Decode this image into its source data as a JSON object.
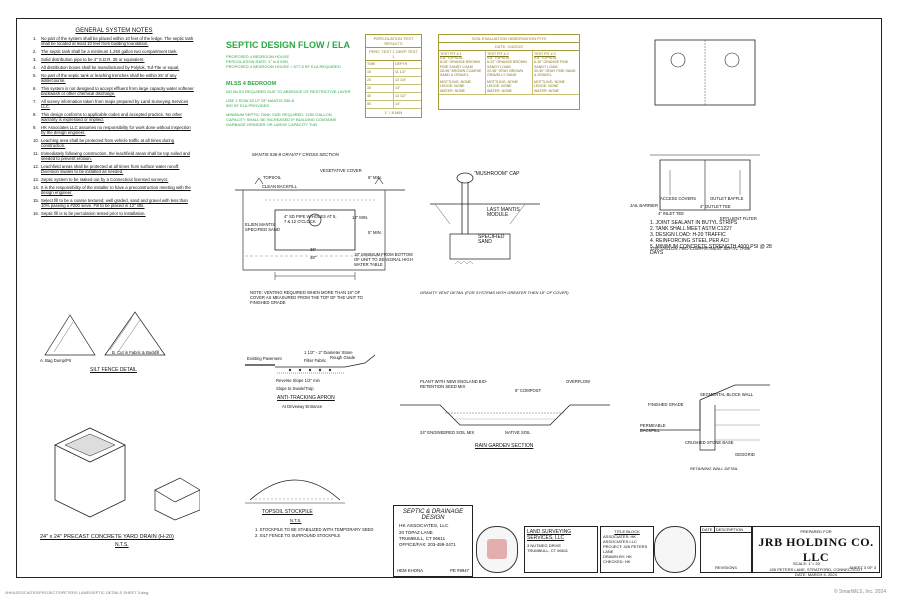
{
  "sheet": {
    "general_notes_title": "GENERAL SYSTEM NOTES",
    "notes": [
      {
        "n": "1.",
        "t": "No part of the system shall be placed within 10 feet of the ledge. The septic tank shall be located at least 10 feet from building foundation."
      },
      {
        "n": "2.",
        "t": "The septic tank shall be a minimum 1,250 gallon two compartment tank."
      },
      {
        "n": "3.",
        "t": "Solid distribution pipe to be 4\" S.D.R. 35 or equivalent."
      },
      {
        "n": "4.",
        "t": "All distribution boxes shall be manufactured by Polylok, Tuf-Tite or equal."
      },
      {
        "n": "5.",
        "t": "No part of the septic tank or leaching trenches shall be within 25' of any watercourse."
      },
      {
        "n": "6.",
        "t": "This system is not designed to accept effluent from large capacity water softener backwash or other chemical discharge."
      },
      {
        "n": "7.",
        "t": "All survey information taken from maps prepared by Land Surveying Services LLC."
      },
      {
        "n": "8.",
        "t": "This design conforms to applicable codes and accepted practice. No other warranty is expressed or implied."
      },
      {
        "n": "9.",
        "t": "HK Associates LLC assumes no responsibility for work done without inspection by the design engineer."
      },
      {
        "n": "10.",
        "t": "Leaching area shall be protected from vehicle traffic at all times during construction."
      },
      {
        "n": "11.",
        "t": "Immediately following construction, the leachfield areas shall be top soiled and seeded to prevent erosion."
      },
      {
        "n": "12.",
        "t": "Leachfield areas shall be protected at all times from surface water runoff. Diversion swales to be installed as needed."
      },
      {
        "n": "13.",
        "t": "Septic system to be staked out by a Connecticut licensed surveyor."
      },
      {
        "n": "14.",
        "t": "It is the responsibility of the installer to have a preconstruction meeting with the design engineer."
      },
      {
        "n": "15.",
        "t": "Select fill to be a coarse textured, well graded, sand and gravel with less than 10% passing a #200 sieve. Fill to be placed in 12\" lifts."
      },
      {
        "n": "16.",
        "t": "Septic fill is to be percolation tested prior to installation."
      }
    ],
    "septic_flow": {
      "title": "SEPTIC DESIGN FLOW / ELA",
      "lines_a": [
        "PROPOSED 4 BEDROOM HOUSE",
        "PERCOLATION RATE: 1\" in 8 MIN.",
        "PROPOSED 4 BEDROOM HOUSE = 577.5 SF ELA REQUIRED"
      ],
      "mlss_title": "MLSS 4 BEDROOM",
      "lines_b": [
        "NO MLSS REQUIRED DUE TO ABSENCE OF RESTRICTIVE LAYER",
        "",
        "USE 1 ROW 52 LF OF MANTIS 536-8",
        "590 SF ELA PROVIDED",
        "",
        "MINIMUM SEPTIC TANK SIZE REQUIRED: 1250 GALLON",
        "CAPACITY SHALL BE INCREASED IF BUILDING CONTAINS",
        "GARBAGE GRINDER OR LARGE CAPACITY TUB"
      ]
    },
    "perc_table": {
      "title": "PERCOLATION TEST RESULTS",
      "subtitle": "PERC TEST 1   DEEP TEST 1",
      "rows": [
        [
          "TIME",
          "DEPTH"
        ],
        [
          "10",
          "11 1/2\""
        ],
        [
          "20",
          "12 1/4\""
        ],
        [
          "30",
          "13\""
        ],
        [
          "40",
          "13 1/2\""
        ],
        [
          "50",
          "14\""
        ]
      ],
      "footer": "1\" / 8 MIN"
    },
    "soil_table": {
      "title": "SOIL EVALUATION OBSERVATION PITS",
      "subtitle": "DATE: 2/4/2022",
      "cols": [
        {
          "head": "TEST PIT # 1",
          "lines": [
            "0-8\" TOPSOIL",
            "8-28\" ORANGE BROWN FINE SANDY LOAM",
            "28-96\" BROWN COARSE SAND & GRAVEL",
            "",
            "MOTTLING: NONE",
            "LEDGE: NONE",
            "WATER: NONE"
          ]
        },
        {
          "head": "TEST PIT # 2",
          "lines": [
            "0-8\" TOPSOIL",
            "8-22\" ORANGE BROWN SANDY LOAM",
            "22-96\" GRAY BROWN GRAVELLY SAND",
            "",
            "MOTTLING: NONE",
            "LEDGE: NONE",
            "WATER: NONE"
          ]
        },
        {
          "head": "TEST PIT # 3",
          "lines": [
            "0-6\" TOPSOIL",
            "6-30\" ORANGE FINE SANDY LOAM",
            "30-90\" GRAY FINE SAND & GRAVEL",
            "",
            "MOTTLING: NONE",
            "LEDGE: NONE",
            "WATER: NONE"
          ]
        }
      ]
    },
    "mantis_section": {
      "title": "MANTIS 536-8 GRAVITY CROSS SECTION",
      "labels": [
        "VEGETATIVE COVER",
        "CLEAN BACKFILL",
        "TOPSOIL",
        "ELJEN MANTIS SPECIFIED SAND",
        "4\" SD PIPE W/HOLES AT 5, 7 & 12 O'CLOCK",
        "6\" MIN.",
        "12\" MIN.",
        "5\" MIN.",
        "36\"",
        "48\"",
        "18\" MINIMUM FROM BOTTOM OF UNIT TO SEASONAL HIGH WATER TABLE",
        "NOTE: VENTING REQUIRED WHEN MORE THAN 18\" OF COVER AS MEASURED FROM THE TOP OF THE UNIT TO FINISHED GRADE"
      ]
    },
    "vent": {
      "labels": [
        "\"MUSHROOM\" CAP",
        "LAST MANTIS MODULE",
        "SPECIFIED SAND"
      ],
      "caption": "GRAVITY VENT DETAIL (FOR SYSTEMS WITH GREATER THEN 18\" OF COVER)"
    },
    "tank": {
      "labels": [
        "JAIL BARRIER",
        "4\" OUTLET TEE",
        "4\" INLET TEE",
        "EFFLUENT FILTER",
        "ACCESS COVERS",
        "OUTLET BAFFLE"
      ],
      "notes": [
        "1. JOINT SEALANT IN BUTYL STRIPS",
        "2. TANK SHALL MEET ASTM C1227",
        "3. DESIGN LOAD: H-20 TRAFFIC",
        "4. REINFORCING STEEL PER ACI",
        "5. MINIMUM CONCRETE STRENGTH 4000 PSI @ 28 DAYS"
      ],
      "caption": "1250 GALLON TWO-COMPARTMENT SEPTIC TANK"
    },
    "silt": {
      "labels": [
        "A. Bag Dump/Pit",
        "B. Cut in Fabric & Backfill"
      ],
      "title": "SILT FENCE DETAIL",
      "scale": "N.T.S."
    },
    "catch": {
      "title": "24\" x 24\" PRECAST CONCRETE YARD DRAIN (H-20)",
      "scale": "N.T.S."
    },
    "tracking": {
      "labels": [
        "Existing Pavement",
        "1 1/2\" - 2\" Diameter Stone",
        "Filter Fabric",
        "Rough Grade",
        "Reverse Slope 1/2\" min",
        "Slope to Swale/Trap"
      ],
      "title": "ANTI-TRACKING APRON",
      "subtitle": "At Driveway Entrance"
    },
    "rain": {
      "title": "RAIN GARDEN SECTION",
      "labels": [
        "PLANT WITH NEW ENGLAND BIO-RETENTION SEED MIX",
        "6\" COMPOST",
        "OVERFLOW",
        "24\" ENGINEERED SOIL MIX",
        "NATIVE SOIL"
      ]
    },
    "stockpile": {
      "title": "TOPSOIL STOCKPILE",
      "scale": "N.T.S.",
      "notes": [
        "1. STOCKPILE TO BE STABILIZED WITH TEMPORARY SEED",
        "2. SILT FENCE TO SURROUND STOCKPILE"
      ]
    },
    "retaining": {
      "labels": [
        "SEGMENTAL BLOCK WALL",
        "FINISHED GRADE",
        "PERMEABLE BACKFILL",
        "CRUSHED STONE BASE",
        "GEOGRID"
      ],
      "caption": "RETAINING WALL DETAIL"
    },
    "engineer": {
      "title": "SEPTIC & DRAINAGE DESIGN",
      "firm": "HK ASSOCIATES, LLC",
      "addr1": "20 TOPAZ LANE",
      "addr2": "TRUMBULL, CT 06611",
      "phone": "OFFICE/FAX: 203-459-2471",
      "name": "HEM KHONA",
      "license": "PE #9947"
    },
    "surveyor": {
      "title": "LAND SURVEYING SERVICES, LLC",
      "lines": [
        "3 NUTMEG DRIVE",
        "TRUMBULL, CT 06611"
      ]
    },
    "revisions": {
      "cols": [
        "DATE",
        "DESCRIPTION"
      ],
      "title": "REVISIONS"
    },
    "owner": {
      "prepared": "PREPARED FOR",
      "logo": "JRB HOLDING CO. LLC",
      "address": "426 PETERS LANE, STRATFORD, CONNECTICUT",
      "date": "DATE: MARCH 4, 2024",
      "scale": "SCALE: 1\"= 20'",
      "sheet": "SHEET 3 OF 3"
    },
    "title_block": {
      "label": "TITLE BLOCK",
      "lines": [
        "ASSOCIATES: HK ASSOCIATES LLC",
        "PROJECT: 426 PETERS LANE",
        "DRAWN BY: HK",
        "CHECKED: HK"
      ]
    },
    "footer": {
      "left": "\\\\HKASSOCIATES\\PROJECTS\\PETERS LANE\\SEPTIC DETAILS SHEET 3.dwg",
      "right": "© SmartMLS, Inc. 2024"
    }
  }
}
